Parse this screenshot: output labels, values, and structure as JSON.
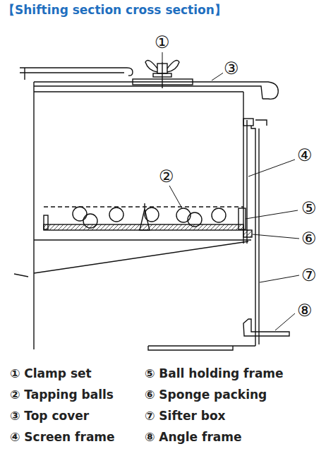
{
  "diagram": {
    "title": "【Shifting section cross section】",
    "labels": [
      "①",
      "②",
      "③",
      "④",
      "⑤",
      "⑥",
      "⑦",
      "⑧",
      "① Clamp set",
      "② Tapping balls",
      "③ Top cover",
      "④ Screen frame",
      "⑤ Ball holding frame",
      "⑥ Sponge packing",
      "⑦ Sifter box",
      "⑧ Angle frame"
    ]
  }
}
